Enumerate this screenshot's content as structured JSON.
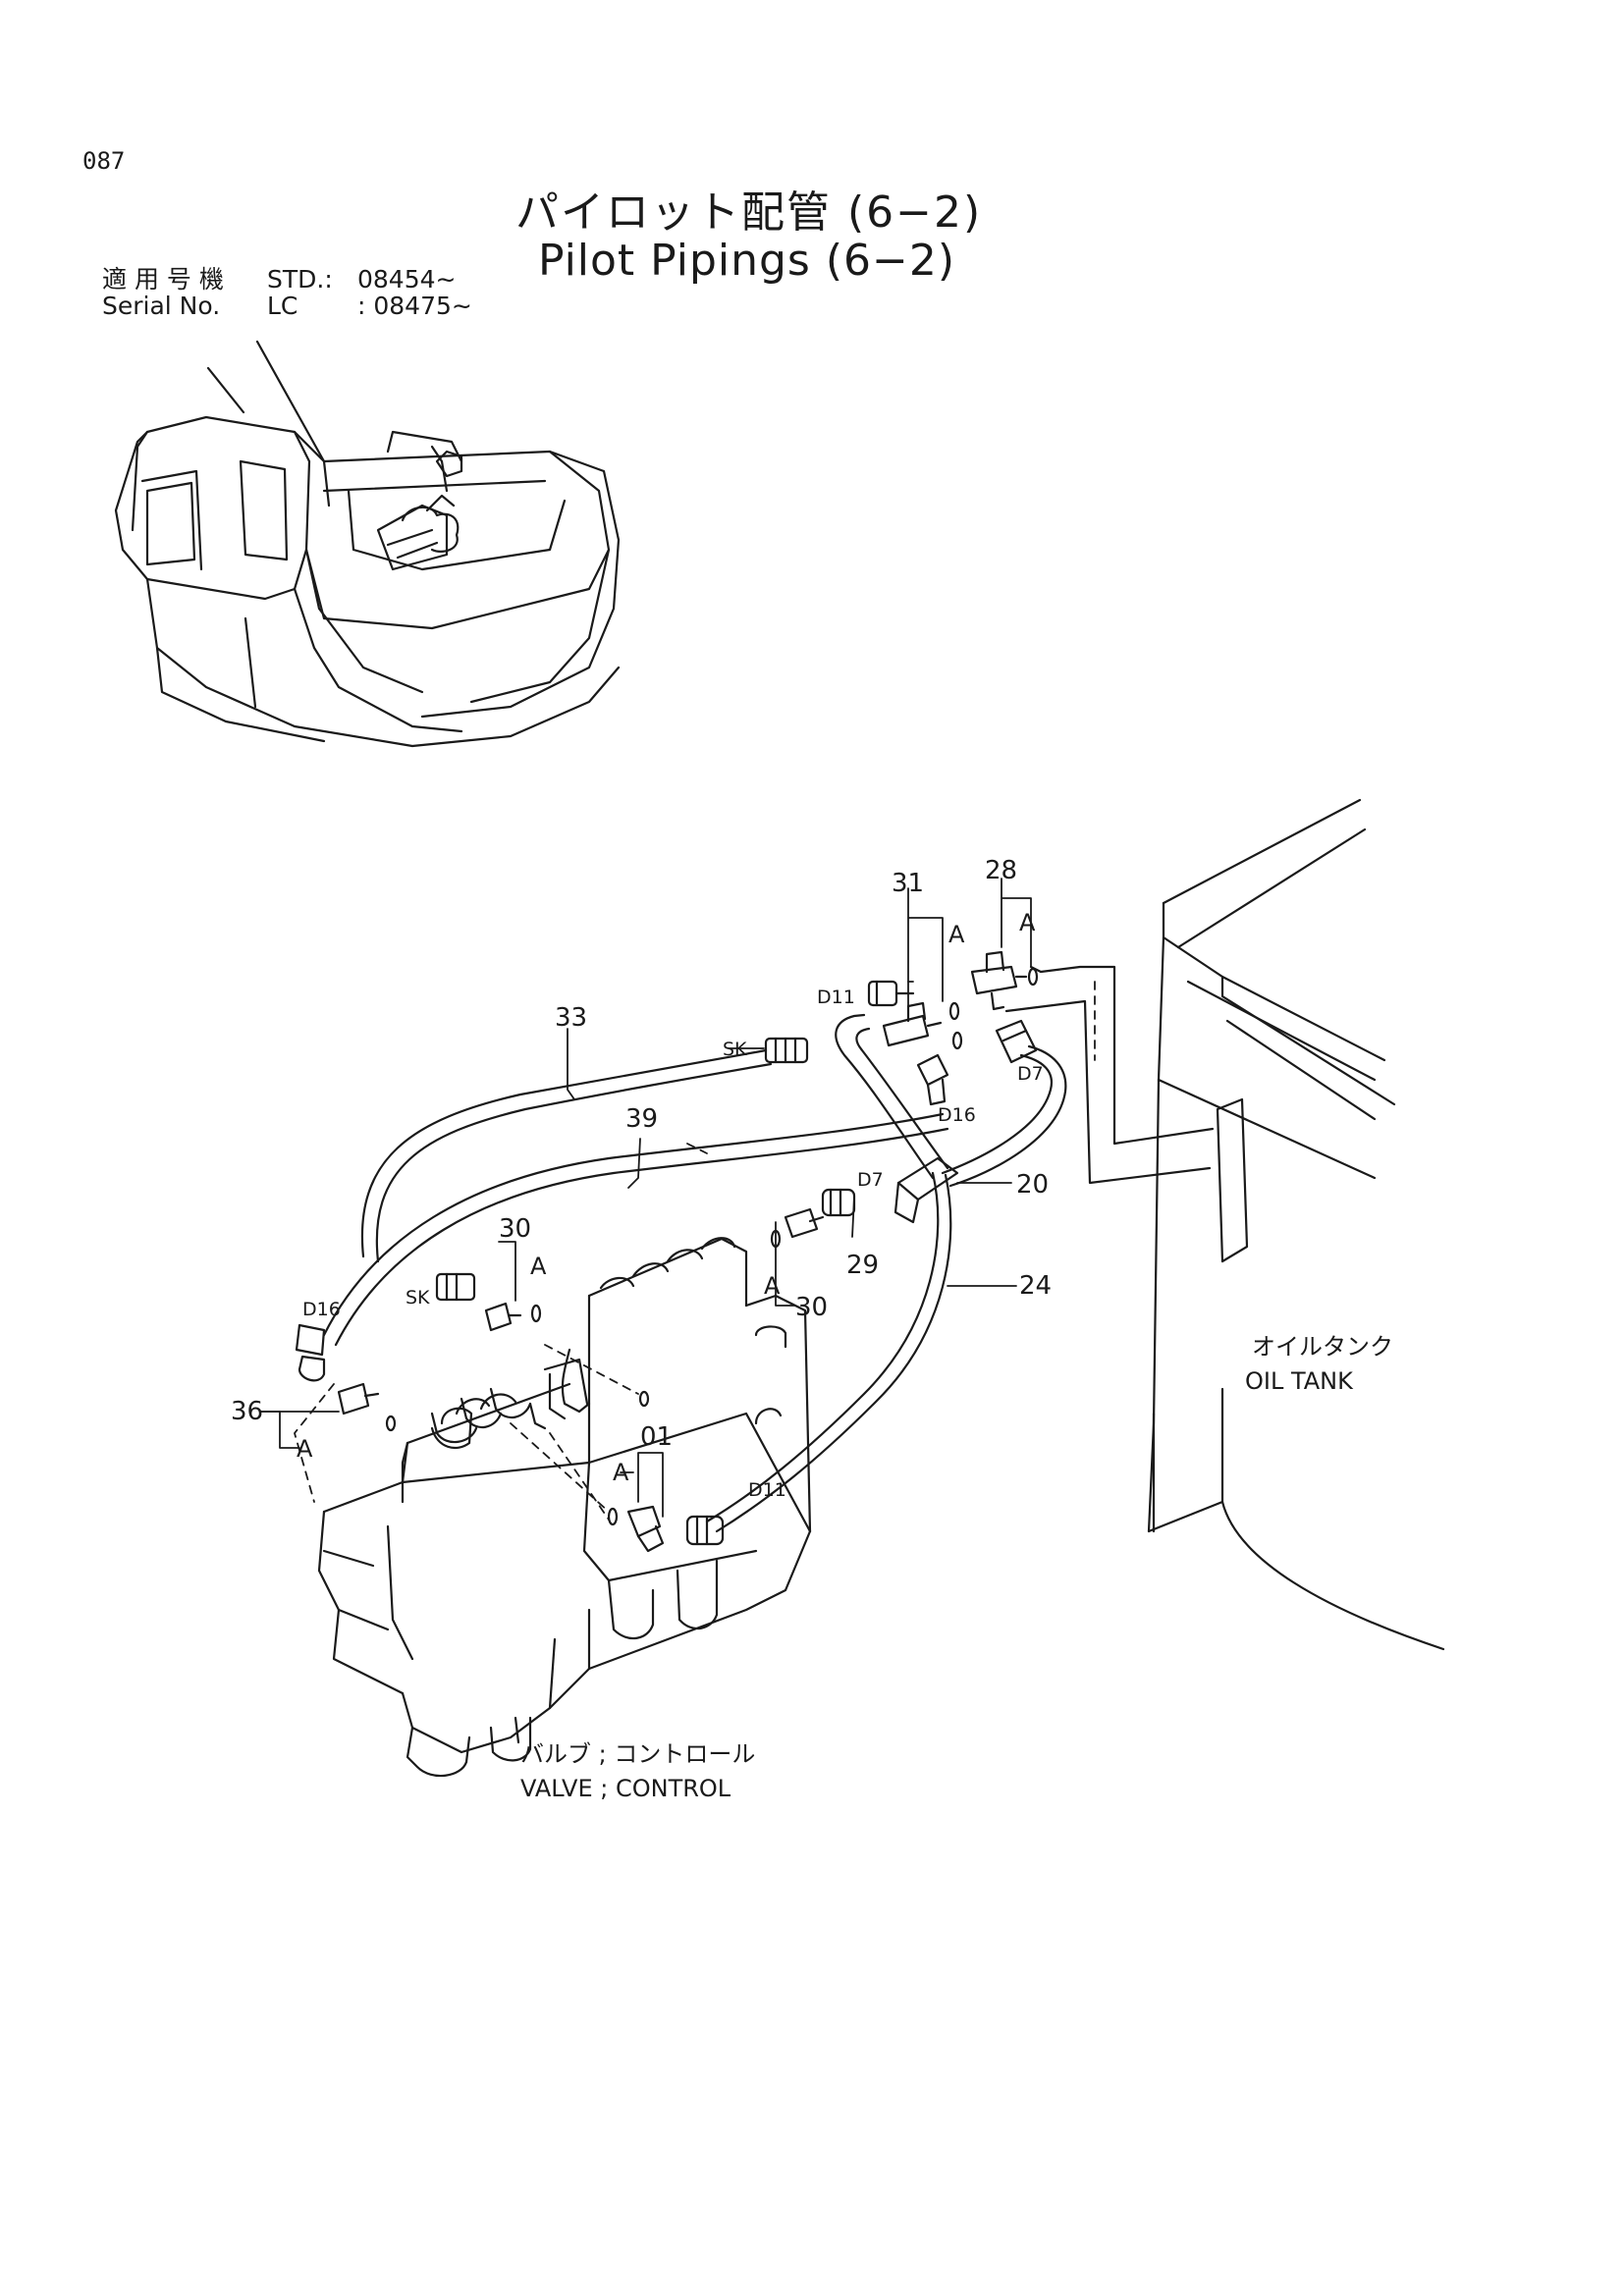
{
  "page_number": "087",
  "title_ja": "パイロット配管 (6−2)",
  "title_en": "Pilot Pipings (6−2)",
  "serial": {
    "label_ja": "適 用 号 機",
    "label_en": "Serial No.",
    "std_code": "STD.:",
    "std_value": "08454∼",
    "lc_code": "LC",
    "lc_value": ": 08475∼"
  },
  "callouts": {
    "p01": "01",
    "p20": "20",
    "p24": "24",
    "p28": "28",
    "p29": "29",
    "p30a": "30",
    "p30b": "30",
    "p31": "31",
    "p33": "33",
    "p36": "36",
    "p39": "39"
  },
  "markers": {
    "a1": "A",
    "a2": "A",
    "a3": "A",
    "a4": "A",
    "a5": "A",
    "a6": "A",
    "d11_top": "D11",
    "d7_top": "D7",
    "d16_top": "D16",
    "d7_mid": "D7",
    "d16_left": "D16",
    "sk_left": "SK",
    "sk_top": "SK",
    "d11_bottom": "D11"
  },
  "components": {
    "oil_tank_ja": "オイルタンク",
    "oil_tank_en": "OIL TANK",
    "valve_ja": "バルブ ; コントロール",
    "valve_en": "VALVE ; CONTROL"
  },
  "colors": {
    "ink": "#1a1a1a",
    "paper": "#ffffff"
  }
}
